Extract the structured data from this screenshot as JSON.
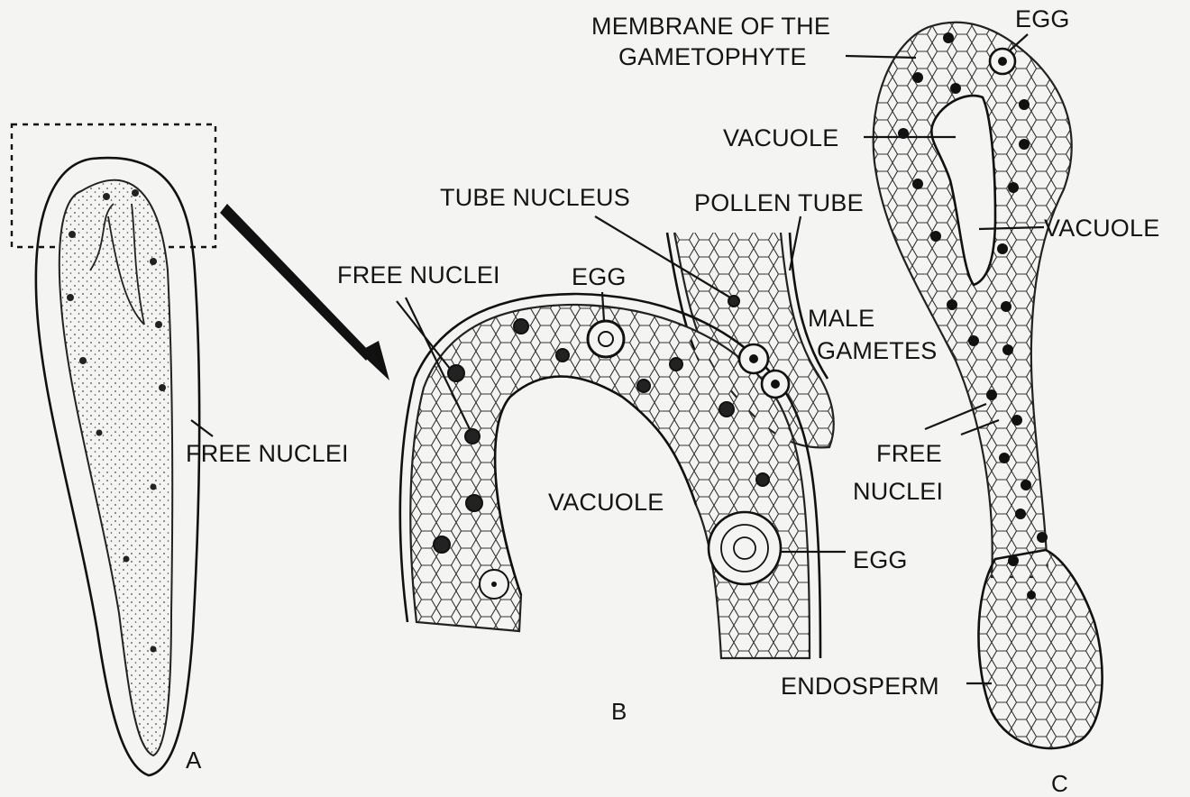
{
  "figure": {
    "panels": [
      "A",
      "B",
      "C"
    ],
    "labels": {
      "a_free_nuclei": "FREE NUCLEI",
      "b_free_nuclei": "FREE NUCLEI",
      "b_egg_top": "EGG",
      "b_tube_nucleus": "TUBE NUCLEUS",
      "b_pollen_tube": "POLLEN TUBE",
      "b_male_gametes_1": "MALE",
      "b_male_gametes_2": "GAMETES",
      "b_vacuole": "VACUOLE",
      "b_egg_bottom": "EGG",
      "c_membrane_1": "MEMBRANE OF THE",
      "c_membrane_2": "GAMETOPHYTE",
      "c_egg": "EGG",
      "c_vacuole_1": "VACUOLE",
      "c_vacuole_2": "VACUOLE",
      "c_free_nuclei_1": "FREE",
      "c_free_nuclei_2": "NUCLEI",
      "c_endosperm": "ENDOSPERM"
    }
  },
  "colors": {
    "ink": "#141414",
    "paper": "#f4f4f2"
  }
}
